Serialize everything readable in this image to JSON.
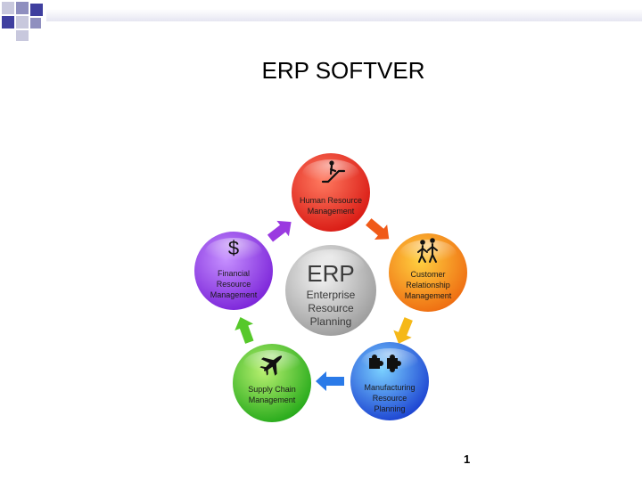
{
  "slide": {
    "title": "ERP SOFTVER",
    "page_number": "1"
  },
  "colors": {
    "header_bar": "#3f3f9f",
    "hrm": "#e8201a",
    "crm": "#f28a10",
    "mfg": "#1a55d8",
    "scm": "#33b51a",
    "fin": "#8a2be2",
    "center": "#a9a9a9"
  },
  "diagram": {
    "center": {
      "title": "ERP",
      "line1": "Enterprise",
      "line2": "Resource",
      "line3": "Planning"
    },
    "nodes": [
      {
        "id": "hrm",
        "icon": "escalator-icon",
        "line1": "Human Resource",
        "line2": "Management",
        "line3": ""
      },
      {
        "id": "crm",
        "icon": "people-icon",
        "line1": "Customer",
        "line2": "Relationship",
        "line3": "Management"
      },
      {
        "id": "mfg",
        "icon": "puzzle-icon",
        "line1": "Manufacturing",
        "line2": "Resource",
        "line3": "Planning"
      },
      {
        "id": "scm",
        "icon": "airplane-icon",
        "line1": "Supply Chain",
        "line2": "Management",
        "line3": ""
      },
      {
        "id": "fin",
        "icon": "dollar-icon",
        "symbol": "$",
        "line1": "Financial",
        "line2": "Resource",
        "line3": "Management"
      }
    ]
  }
}
